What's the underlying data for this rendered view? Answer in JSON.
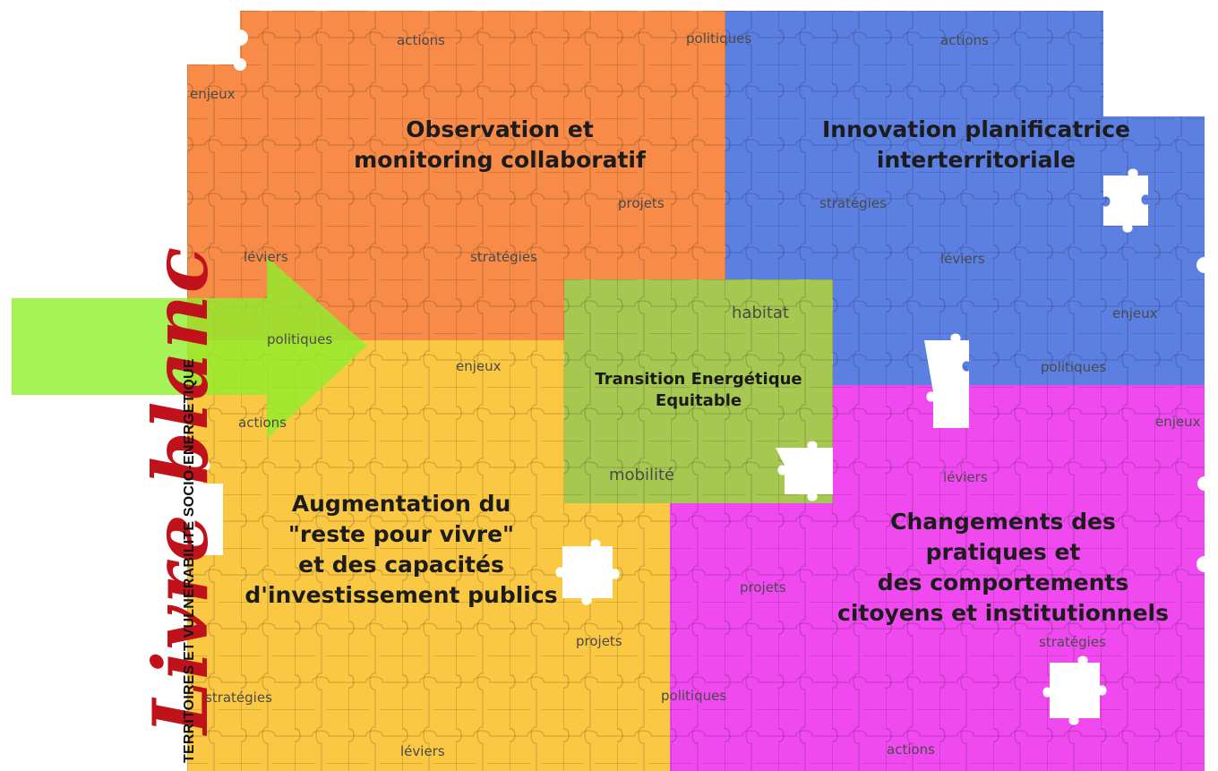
{
  "colors": {
    "orange": "#f78b47",
    "blue": "#5c7fe2",
    "yellow": "#fbc843",
    "magenta": "#f049f0",
    "green": "#a6c851",
    "arrow": "#8fef2c",
    "script": "#c0121b"
  },
  "side": {
    "script_title": "Livre blanc",
    "vertical_subtitle": "TERRITOIRES ET VULNERABILITE SOCIO-ENERGETIQUE"
  },
  "quadrants": {
    "top_left": {
      "title_line1": "Observation et",
      "title_line2": "monitoring collaboratif",
      "words": [
        "actions",
        "enjeux",
        "projets",
        "léviers",
        "stratégies"
      ]
    },
    "top_right": {
      "title_line1": "Innovation planificatrice",
      "title_line2": "interterritoriale",
      "words": [
        "politiques",
        "actions",
        "stratégies",
        "léviers",
        "enjeux",
        "politiques"
      ]
    },
    "bottom_left": {
      "title_line1": "Augmentation du",
      "title_line2": "\"reste pour vivre\"",
      "title_line3": "et des capacités",
      "title_line4": "d'investissement publics",
      "words": [
        "politiques",
        "enjeux",
        "actions",
        "projets",
        "stratégies",
        "léviers"
      ]
    },
    "bottom_right": {
      "title_line1": "Changements des",
      "title_line2": "pratiques et",
      "title_line3": "des comportements",
      "title_line4": "citoyens et institutionnels",
      "words": [
        "enjeux",
        "léviers",
        "projets",
        "stratégies",
        "politiques",
        "actions"
      ]
    }
  },
  "center": {
    "title_line1": "Transition Energétique",
    "title_line2": "Equitable",
    "word_top": "habitat",
    "word_bottom": "mobilité"
  }
}
